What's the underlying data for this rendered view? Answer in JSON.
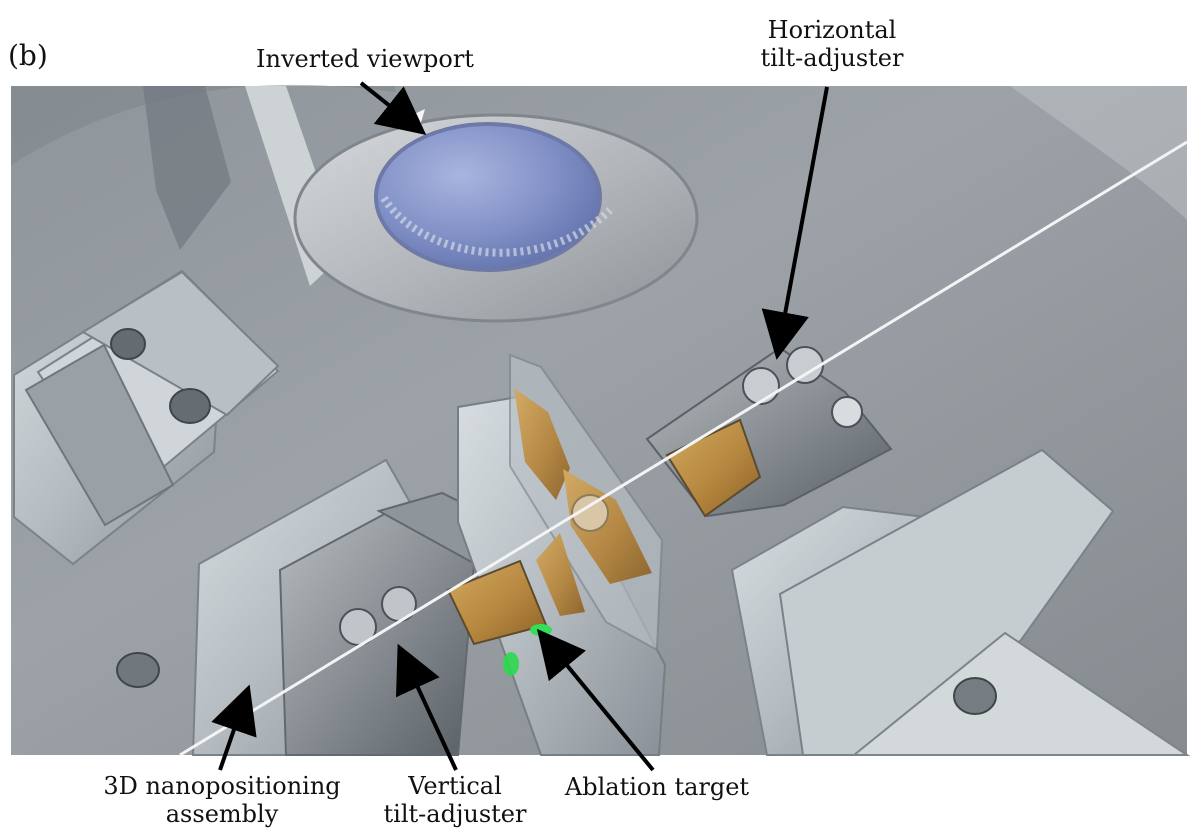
{
  "figure": {
    "panel_label": "(b)",
    "labels": {
      "inverted_viewport": "Inverted viewport",
      "horizontal_tilt_adjuster": {
        "line1": "Horizontal",
        "line2": "tilt-adjuster"
      },
      "nanopositioning_assembly": {
        "line1": "3D nanopositioning",
        "line2": "assembly"
      },
      "vertical_tilt_adjuster": {
        "line1": "Vertical",
        "line2": "tilt-adjuster"
      },
      "ablation_target": "Ablation target"
    }
  },
  "colors": {
    "background": "#ffffff",
    "render_backdrop": "#8f9397",
    "metal_light": "#c8ced2",
    "metal_mid": "#a9b0b5",
    "metal_dark": "#6f767c",
    "gold": "#b98d43",
    "viewport_glass": "#8f9cc4",
    "beam": "#f4f4f4",
    "arrow": "#000000"
  }
}
